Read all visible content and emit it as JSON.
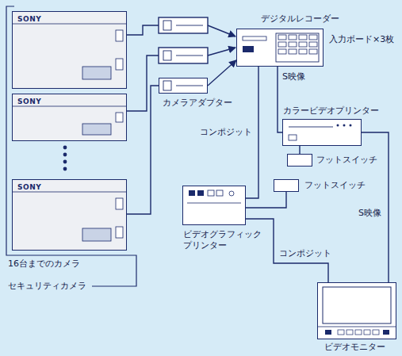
{
  "diagram": {
    "nodes": [
      {
        "text": [
          "SONY"
        ]
      },
      {
        "text": [
          "SONY"
        ]
      },
      {
        "text": [
          "SONY"
        ]
      },
      {
        "text": [
          "カメラアダプター"
        ]
      },
      {
        "text": [
          "デジタルレコーダー",
          "入力ボード×3枚"
        ]
      },
      {
        "text": [
          "カラービデオプリンター"
        ]
      },
      {
        "text": [
          "フットスイッチ"
        ]
      },
      {
        "text": [
          "ビデオグラフィック プリンター"
        ]
      },
      {
        "text": [
          "フットスイッチ"
        ]
      },
      {
        "text": [
          "ビデオモニター"
        ]
      }
    ],
    "edges": [
      {
        "from": 2,
        "to": 3,
        "arrow": "none"
      },
      {
        "from": 3,
        "to": 4,
        "arrow": "to"
      },
      {
        "from": 4,
        "to": 5,
        "label": "S映像",
        "arrow": "none"
      },
      {
        "from": 5,
        "to": 6,
        "arrow": "none"
      },
      {
        "from": 4,
        "to": 7,
        "label": "コンポジット",
        "arrow": "none"
      },
      {
        "from": 7,
        "to": 8,
        "arrow": "none"
      },
      {
        "from": 7,
        "to": 9,
        "label": "コンポジット",
        "arrow": "none"
      },
      {
        "from": 5,
        "to": 9,
        "label": "S映像",
        "arrow": "none"
      }
    ],
    "labels": [
      "16台までのカメラ",
      "セキュリティカメラ"
    ]
  }
}
